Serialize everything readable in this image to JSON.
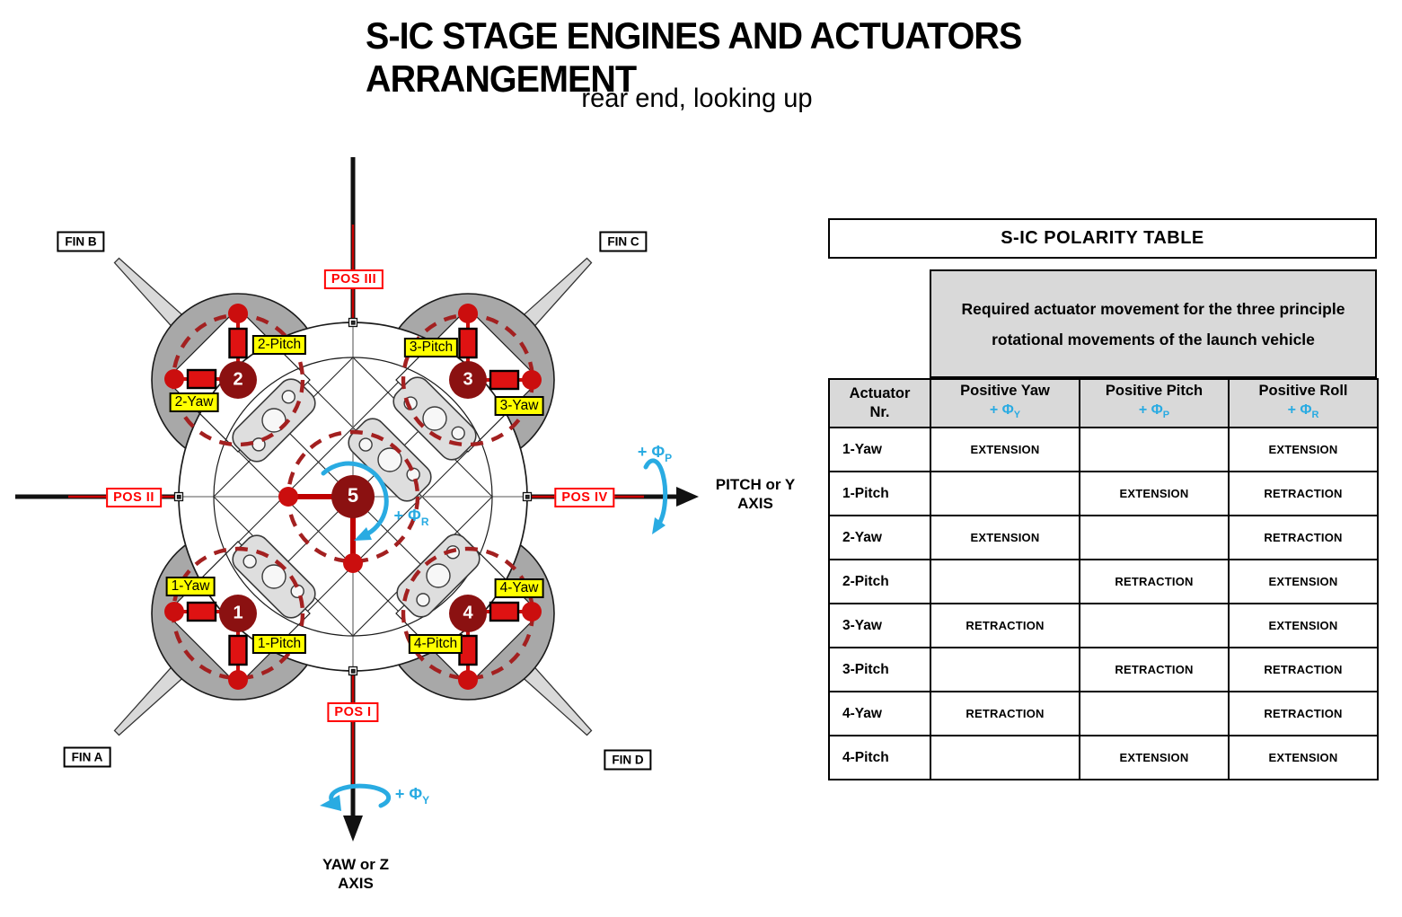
{
  "title": "S-IC STAGE ENGINES AND ACTUATORS ARRANGEMENT",
  "subtitle": "rear end, looking up",
  "diagram": {
    "fins": [
      {
        "label": "FIN A"
      },
      {
        "label": "FIN B"
      },
      {
        "label": "FIN C"
      },
      {
        "label": "FIN D"
      }
    ],
    "pos_markers": [
      {
        "label": "POS I"
      },
      {
        "label": "POS II"
      },
      {
        "label": "POS III"
      },
      {
        "label": "POS IV"
      }
    ],
    "engines": [
      {
        "number": "1"
      },
      {
        "number": "2"
      },
      {
        "number": "3"
      },
      {
        "number": "4"
      },
      {
        "number": "5"
      }
    ],
    "actuator_labels": [
      "1-Yaw",
      "1-Pitch",
      "2-Yaw",
      "2-Pitch",
      "3-Yaw",
      "3-Pitch",
      "4-Yaw",
      "4-Pitch"
    ],
    "axes": {
      "pitch_line1": "PITCH or Y",
      "pitch_line2": "AXIS",
      "yaw_line1": "YAW or Z",
      "yaw_line2": "AXIS"
    },
    "rotations": {
      "prefix": "+ Φ",
      "pitch_sub": "P",
      "roll_sub": "R",
      "yaw_sub": "Y"
    }
  },
  "polarity_table": {
    "title": "S-IC  POLARITY TABLE",
    "header_note": "Required actuator movement for the three principle rotational movements of the launch vehicle",
    "phi_prefix": "+ Φ",
    "columns": [
      {
        "line1": "Actuator",
        "line2": "Nr."
      },
      {
        "line1": "Positive Yaw",
        "phi_sub": "Y"
      },
      {
        "line1": "Positive Pitch",
        "phi_sub": "P"
      },
      {
        "line1": "Positive Roll",
        "phi_sub": "R"
      }
    ],
    "rows": [
      {
        "actuator": "1-Yaw",
        "yaw": "EXTENSION",
        "pitch": "",
        "roll": "EXTENSION"
      },
      {
        "actuator": "1-Pitch",
        "yaw": "",
        "pitch": "EXTENSION",
        "roll": "RETRACTION"
      },
      {
        "actuator": "2-Yaw",
        "yaw": "EXTENSION",
        "pitch": "",
        "roll": "RETRACTION"
      },
      {
        "actuator": "2-Pitch",
        "yaw": "",
        "pitch": "RETRACTION",
        "roll": "EXTENSION"
      },
      {
        "actuator": "3-Yaw",
        "yaw": "RETRACTION",
        "pitch": "",
        "roll": "EXTENSION"
      },
      {
        "actuator": "3-Pitch",
        "yaw": "",
        "pitch": "RETRACTION",
        "roll": "RETRACTION"
      },
      {
        "actuator": "4-Yaw",
        "yaw": "RETRACTION",
        "pitch": "",
        "roll": "RETRACTION"
      },
      {
        "actuator": "4-Pitch",
        "yaw": "",
        "pitch": "EXTENSION",
        "roll": "EXTENSION"
      }
    ]
  },
  "colors": {
    "accent_cyan": "#29ABE2",
    "pos_red": "#FF0000",
    "label_yellow": "#FFFF00",
    "engine_dark_red": "#8B1111",
    "actuator_red": "#DF1212",
    "dashed_red": "#A32020",
    "bell_gray": "#A8A8A8",
    "duct_gray": "#DEDEDE"
  }
}
